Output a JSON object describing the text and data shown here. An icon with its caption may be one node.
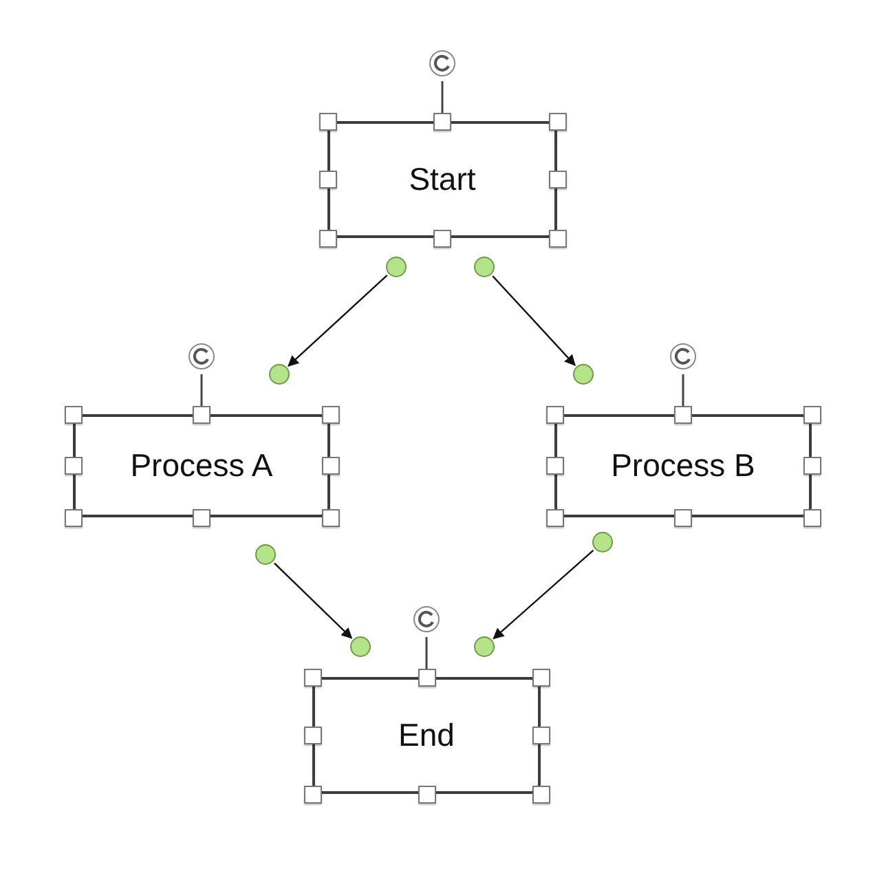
{
  "diagram": {
    "nodes": [
      {
        "text": [
          "Start"
        ]
      },
      {
        "text": [
          "Process A"
        ]
      },
      {
        "text": [
          "Process B"
        ]
      },
      {
        "text": [
          "End"
        ]
      }
    ],
    "edges": [
      {
        "from": 0,
        "to": 1,
        "arrow": "to"
      },
      {
        "from": 0,
        "to": 2,
        "arrow": "to"
      },
      {
        "from": 1,
        "to": 3,
        "arrow": "to"
      },
      {
        "from": 2,
        "to": 3,
        "arrow": "to"
      }
    ]
  }
}
